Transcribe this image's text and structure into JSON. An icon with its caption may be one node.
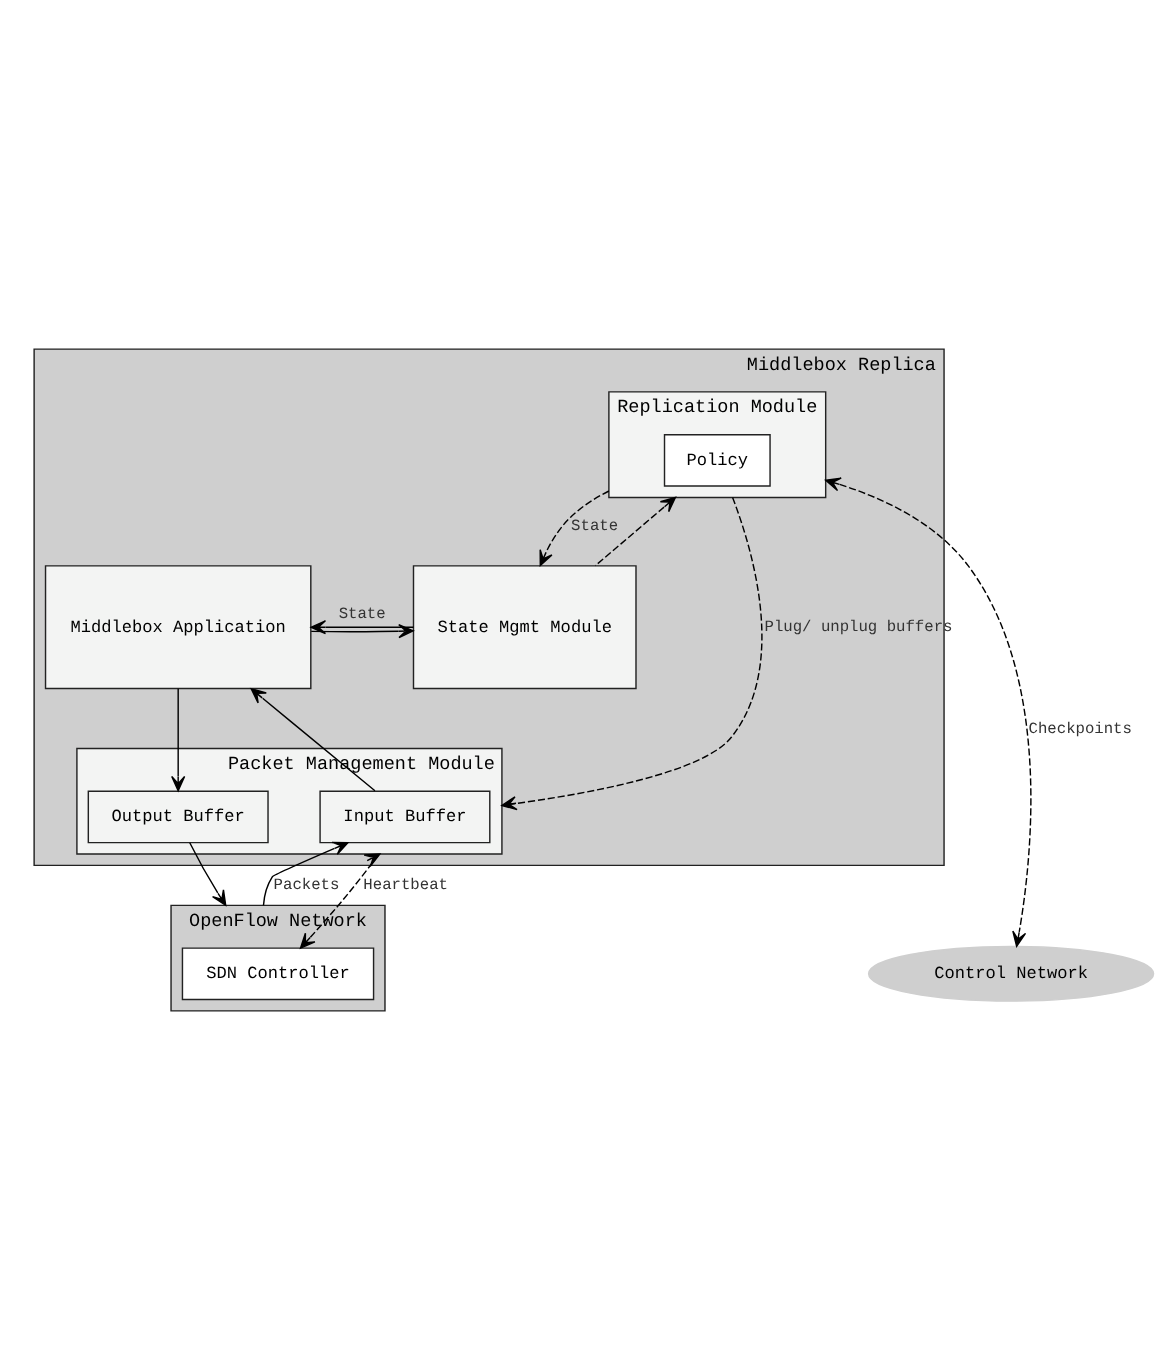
{
  "diagram": {
    "nodes": [
      {
        "text": [
          "Middlebox Replica"
        ]
      },
      {
        "text": [
          "Replication Module"
        ],
        "in": 0
      },
      {
        "text": [
          "Policy"
        ],
        "in": 1
      },
      {
        "text": [
          "Middlebox Application"
        ],
        "in": 0
      },
      {
        "text": [
          "State Mgmt Module"
        ],
        "in": 0
      },
      {
        "text": [
          "Packet Management Module"
        ],
        "in": 0
      },
      {
        "text": [
          "Input Buffer"
        ],
        "in": 5
      },
      {
        "text": [
          "Output Buffer"
        ],
        "in": 5
      },
      {
        "text": [
          "Control Network"
        ]
      },
      {
        "text": [
          "OpenFlow Network"
        ]
      },
      {
        "text": [
          "SDN Controller"
        ],
        "in": 9
      }
    ],
    "edges": [
      {
        "from": 1,
        "to": 8,
        "arrow": "both",
        "style": "dashed",
        "label": "Checkpoints"
      },
      {
        "from": 1,
        "to": 5,
        "arrow": "to",
        "style": "dashed",
        "label": "Plug/ unplug buffers"
      },
      {
        "from": 4,
        "to": 1,
        "arrow": "to",
        "style": "dashed"
      },
      {
        "from": 1,
        "to": 4,
        "arrow": "to",
        "style": "dashed",
        "label": "State"
      },
      {
        "from": 4,
        "to": 3,
        "arrow": "to",
        "label": "State"
      },
      {
        "from": 3,
        "to": 4,
        "arrow": "to"
      },
      {
        "from": 6,
        "to": 3,
        "arrow": "to"
      },
      {
        "from": 3,
        "to": 7,
        "arrow": "to"
      },
      {
        "from": 9,
        "to": 6,
        "arrow": "to",
        "label": "Packets"
      },
      {
        "from": 7,
        "to": 9,
        "arrow": "to"
      },
      {
        "from": 5,
        "to": 10,
        "arrow": "both",
        "style": "dashed",
        "label": "Heartbeat"
      }
    ]
  }
}
